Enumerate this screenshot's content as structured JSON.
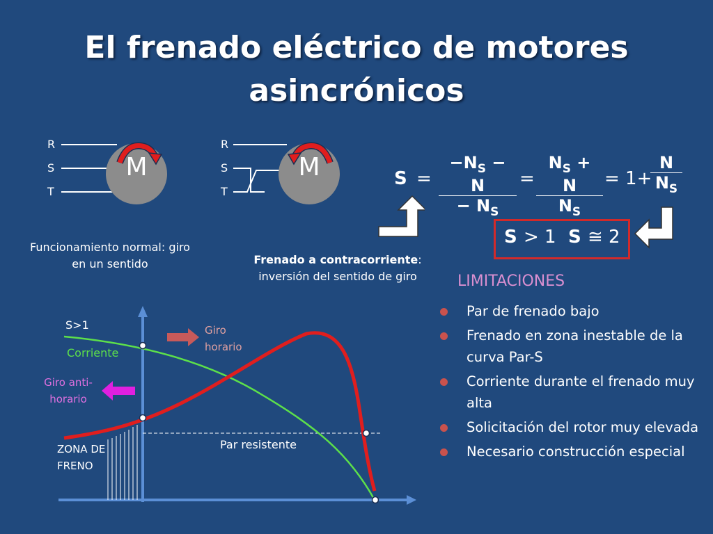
{
  "slide": {
    "title_line1": "El frenado eléctrico de motores",
    "title_line2": "asincrónicos"
  },
  "motors": {
    "left": {
      "phases": [
        "R",
        "S",
        "T"
      ],
      "symbol": "M"
    },
    "right": {
      "phases": [
        "R",
        "S",
        "T"
      ],
      "symbol": "M"
    }
  },
  "captions": {
    "normal_line1": "Funcionamiento normal: giro",
    "normal_line2": "en un sentido",
    "brake_bold": "Frenado a contracorriente",
    "brake_colon": ":",
    "brake_line2": "inversión del sentido de giro"
  },
  "formula": {
    "lhs": "S",
    "eq": "=",
    "f1_num_a": "−N",
    "f1_num_b": "S",
    "f1_num_c": " − N",
    "f1_den_a": "− N",
    "f1_den_b": "S",
    "f2_num_a": "N",
    "f2_num_b": "S",
    "f2_num_c": " + N",
    "f2_den_a": "N",
    "f2_den_b": "S",
    "one_plus": "= 1+",
    "f3_num": "N",
    "f3_den_a": "N",
    "f3_den_b": "S",
    "box_a": "S",
    "box_b": "> 1",
    "box_c": "S",
    "box_d": "≅ 2"
  },
  "limitations": {
    "title": "LIMITACIONES",
    "items": [
      "Par  de frenado bajo",
      "Frenado en zona inestable de la curva Par-S",
      "Corriente durante el frenado muy alta",
      "Solicitación del rotor muy elevada",
      "Necesario construcción especial"
    ]
  },
  "chart": {
    "s_gt_1": "S>1",
    "corriente": "Corriente",
    "giro_horario_1": "Giro",
    "giro_horario_2": "horario",
    "giro_anti_1": "Giro anti-",
    "giro_anti_2": "horario",
    "zona_1": "ZONA DE",
    "zona_2": "FRENO",
    "par_resistente": "Par resistente"
  },
  "colors": {
    "background": "#20497d",
    "torque_curve": "#e01e1e",
    "current_curve": "#5de04a",
    "axes": "#5b8fd6",
    "limit_title": "#d98fd0",
    "bullet": "#c9524d",
    "anti_arrow": "#e020e0",
    "horario_arrow": "#c85a5a",
    "label_magenta": "#e070e0",
    "label_pink": "#e0a0a0"
  }
}
